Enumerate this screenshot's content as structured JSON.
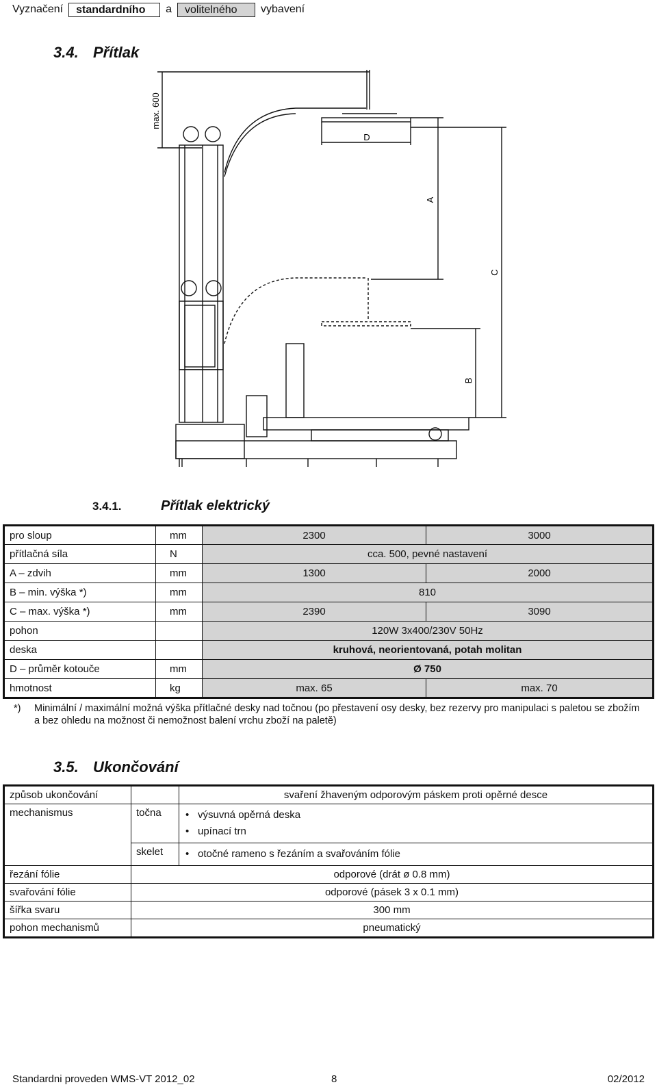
{
  "legend": {
    "prefix": "Vyznačení",
    "standard": "standardního",
    "conj": "a",
    "optional": "volitelného",
    "suffix": "vybavení"
  },
  "section_34": {
    "number": "3.4.",
    "title": "Přítlak"
  },
  "drawing": {
    "dim_max600": "max. 600",
    "dim_D": "D",
    "dim_A": "A",
    "dim_C": "C",
    "dim_B": "B"
  },
  "section_341": {
    "number": "3.4.1.",
    "title": "Přítlak elektrický"
  },
  "spec_table": {
    "rows": [
      {
        "param": "pro sloup",
        "unit": "mm",
        "v1": "2300",
        "v2": "3000"
      },
      {
        "param": "přítlačná síla",
        "unit": "N",
        "value": "cca. 500, pevné nastavení"
      },
      {
        "param": "A – zdvih",
        "unit": "mm",
        "v1": "1300",
        "v2": "2000"
      },
      {
        "param": "B – min. výška *)",
        "unit": "mm",
        "value": "810"
      },
      {
        "param": "C – max. výška *)",
        "unit": "mm",
        "v1": "2390",
        "v2": "3090"
      },
      {
        "param": "pohon",
        "unit": "",
        "value": "120W 3x400/230V 50Hz"
      },
      {
        "param": "deska",
        "unit": "",
        "value": "kruhová, neorientovaná, potah molitan"
      },
      {
        "param": "D – průměr kotouče",
        "unit": "mm",
        "value": "Ø 750"
      },
      {
        "param": "hmotnost",
        "unit": "kg",
        "v1": "max. 65",
        "v2": "max. 70"
      }
    ]
  },
  "footnote": {
    "marker": "*)",
    "text": "Minimální / maximální možná výška přítlačné desky nad točnou (po přestavení osy desky, bez rezervy pro manipulaci s paletou se zbožím a bez ohledu na možnost či nemožnost balení vrchu zboží na paletě)"
  },
  "section_35": {
    "number": "3.5.",
    "title": "Ukončování"
  },
  "finish_table": {
    "method_label": "způsob ukončování",
    "method_value": "svaření žhaveným odporovým páskem proti opěrné desce",
    "mechanism_label": "mechanismus",
    "turntable_label": "točna",
    "turntable_items": [
      "výsuvná opěrná deska",
      "upínací trn"
    ],
    "frame_label": "skelet",
    "frame_items": [
      "otočné rameno s řezáním a svařováním fólie"
    ],
    "cutting_label": "řezání fólie",
    "cutting_value": "odporové (drát ø 0.8 mm)",
    "welding_label": "svařování fólie",
    "welding_value": "odporové (pásek 3 x 0.1 mm)",
    "width_label": "šířka svaru",
    "width_value": "300 mm",
    "drive_label": "pohon mechanismů",
    "drive_value": "pneumatický"
  },
  "footer": {
    "left": "Standardni proveden WMS-VT 2012_02",
    "page": "8",
    "date": "02/2012"
  }
}
